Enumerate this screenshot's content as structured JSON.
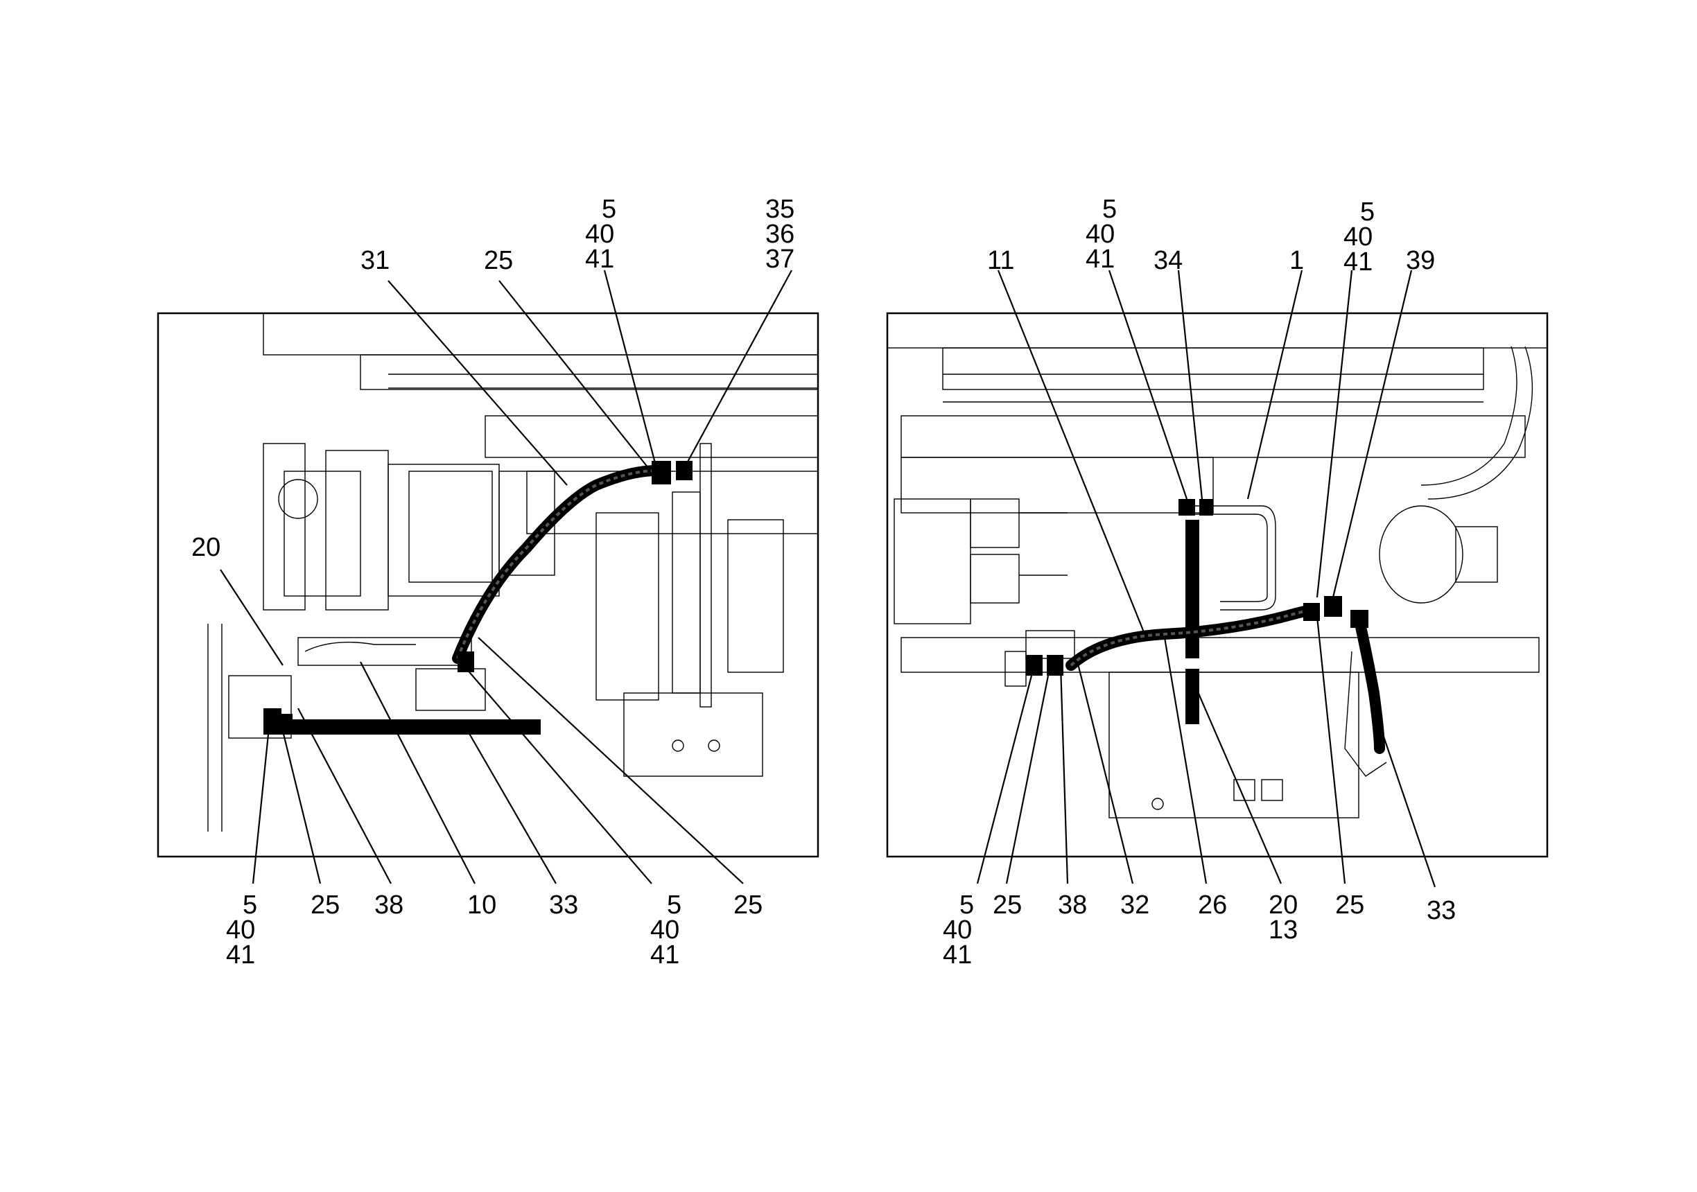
{
  "left_view": {
    "callouts": [
      {
        "id": "l-31",
        "lines": [
          "31"
        ]
      },
      {
        "id": "l-25-top",
        "lines": [
          "25"
        ]
      },
      {
        "id": "l-5-40-41-top",
        "lines": [
          "5",
          "40",
          "41"
        ]
      },
      {
        "id": "l-35-36-37",
        "lines": [
          "35",
          "36",
          "37"
        ]
      },
      {
        "id": "l-20",
        "lines": [
          "20"
        ]
      },
      {
        "id": "l-5-40-41-bl",
        "lines": [
          "5",
          "40",
          "41"
        ]
      },
      {
        "id": "l-25-bl",
        "lines": [
          "25"
        ]
      },
      {
        "id": "l-38",
        "lines": [
          "38"
        ]
      },
      {
        "id": "l-10",
        "lines": [
          "10"
        ]
      },
      {
        "id": "l-33",
        "lines": [
          "33"
        ]
      },
      {
        "id": "l-5-40-41-bm",
        "lines": [
          "5",
          "40",
          "41"
        ]
      },
      {
        "id": "l-25-br",
        "lines": [
          "25"
        ]
      }
    ]
  },
  "right_view": {
    "callouts": [
      {
        "id": "r-11",
        "lines": [
          "11"
        ]
      },
      {
        "id": "r-5-40-41-top",
        "lines": [
          "5",
          "40",
          "41"
        ]
      },
      {
        "id": "r-34",
        "lines": [
          "34"
        ]
      },
      {
        "id": "r-1",
        "lines": [
          "1"
        ]
      },
      {
        "id": "r-5-40-41-topr",
        "lines": [
          "5",
          "40",
          "41"
        ]
      },
      {
        "id": "r-39",
        "lines": [
          "39"
        ]
      },
      {
        "id": "r-5-40-41-bl",
        "lines": [
          "5",
          "40",
          "41"
        ]
      },
      {
        "id": "r-25-bl",
        "lines": [
          "25"
        ]
      },
      {
        "id": "r-38",
        "lines": [
          "38"
        ]
      },
      {
        "id": "r-32",
        "lines": [
          "32"
        ]
      },
      {
        "id": "r-26",
        "lines": [
          "26"
        ]
      },
      {
        "id": "r-20-13",
        "lines": [
          "20",
          "13"
        ]
      },
      {
        "id": "r-25-br",
        "lines": [
          "25"
        ]
      },
      {
        "id": "r-33",
        "lines": [
          "33"
        ]
      }
    ]
  }
}
